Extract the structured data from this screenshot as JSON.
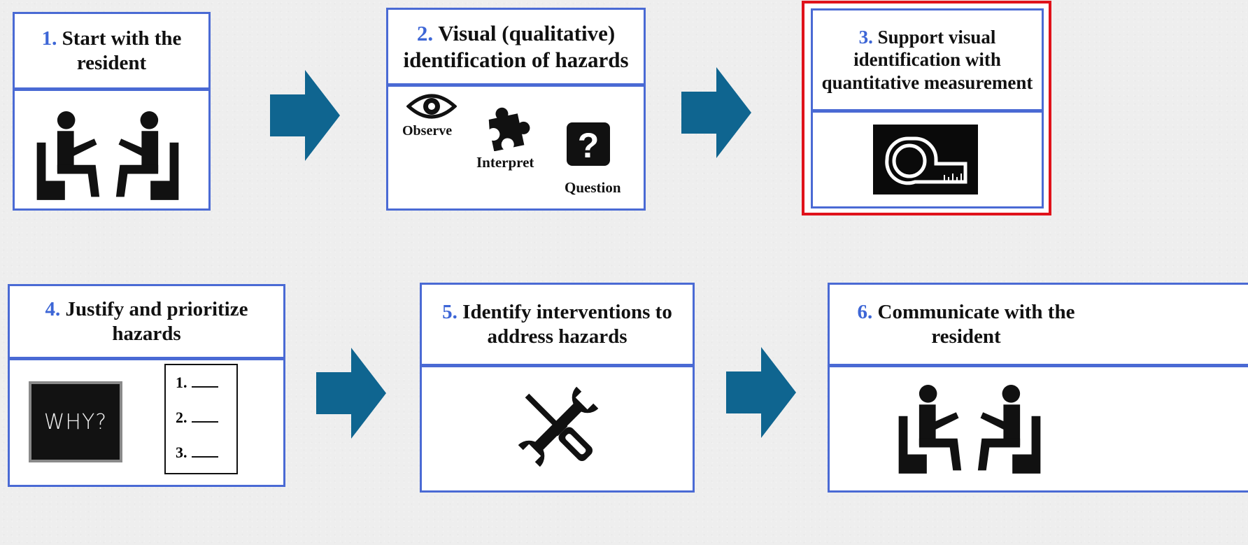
{
  "colors": {
    "border": "#4a6ad4",
    "number": "#3d66d6",
    "arrow": "#0f6590",
    "highlight": "#e0121b",
    "background": "#eeeeee"
  },
  "steps": [
    {
      "number": "1.",
      "title": "Start with the resident",
      "icon": "meeting-icon"
    },
    {
      "number": "2.",
      "title": "Visual (qualitative) identification of hazards",
      "items": [
        {
          "label": "Observe",
          "icon": "eye-icon"
        },
        {
          "label": "Interpret",
          "icon": "puzzle-icon"
        },
        {
          "label": "Question",
          "icon": "question-icon"
        }
      ]
    },
    {
      "number": "3.",
      "title": "Support visual identification with quantitative measurement",
      "icon": "tape-measure-icon",
      "highlighted": true
    },
    {
      "number": "4.",
      "title": "Justify and prioritize hazards",
      "icon": "chalkboard-icon",
      "chalk_text": "WHY?",
      "list": [
        "1.",
        "2.",
        "3."
      ]
    },
    {
      "number": "5.",
      "title": "Identify interventions to address hazards",
      "icon": "tools-icon"
    },
    {
      "number": "6.",
      "title": "Communicate with the resident",
      "icon": "meeting-icon"
    }
  ],
  "arrows": [
    "arrow-right-icon",
    "arrow-right-icon",
    "arrow-right-icon",
    "arrow-right-icon"
  ]
}
